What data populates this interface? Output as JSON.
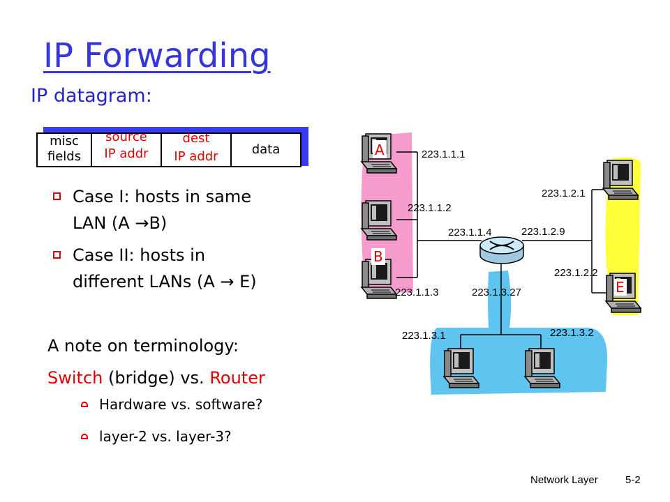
{
  "slide": {
    "title": "IP Forwarding",
    "subtitle": "IP datagram:"
  },
  "datagram": {
    "fields": [
      {
        "line1": "misc",
        "line2": "fields"
      },
      {
        "line1": "source",
        "line2": "IP addr"
      },
      {
        "line1": "dest",
        "line2": "IP addr"
      },
      {
        "line1": "data",
        "line2": ""
      }
    ]
  },
  "cases": {
    "case1_line1": "Case I: hosts in same",
    "case1_line2": "LAN (A →B)",
    "case2_line1": "Case II: hosts in",
    "case2_line2": "different LANs (A → E)"
  },
  "note": {
    "heading": "A note on terminology:",
    "switch_word": "Switch",
    "bridge_text": " (bridge) vs. ",
    "router_word": "Router",
    "sub1": "Hardware vs. software?",
    "sub2": "layer-2 vs. layer-3?"
  },
  "network": {
    "hosts": {
      "a": "A",
      "b": "B",
      "e": "E"
    },
    "addresses": {
      "a": "223.1.1.1",
      "mid_top": "223.1.1.2",
      "b": "223.1.1.3",
      "router_left": "223.1.1.4",
      "router_right": "223.1.2.9",
      "router_bottom": "223.1.3.27",
      "e_top": "223.1.2.1",
      "e": "223.1.2.2",
      "bottom_left": "223.1.3.1",
      "bottom_right": "223.1.3.2"
    },
    "colors": {
      "lan1": "#f59ccd",
      "lan2": "#ffff3a",
      "lan3": "#5fc4f0",
      "router": "#cdeafa"
    }
  },
  "footer": {
    "left": "Network Layer",
    "right": "5-2"
  }
}
